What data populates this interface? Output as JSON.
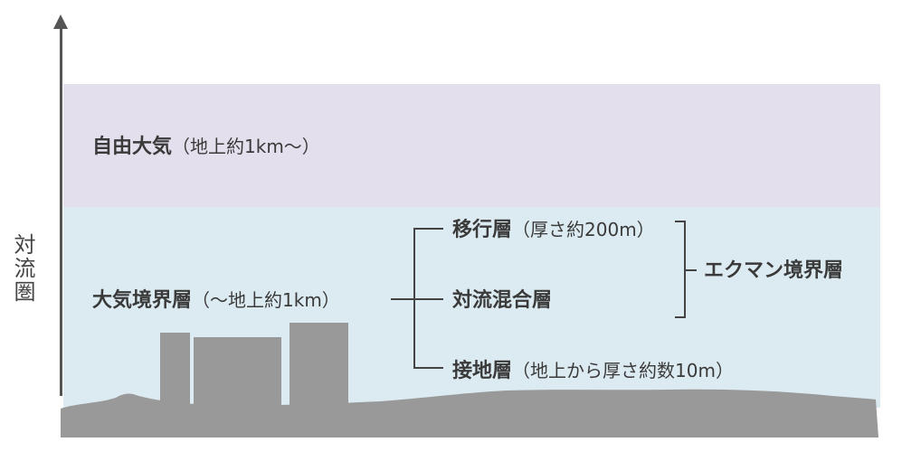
{
  "axis": {
    "label": "対流圏"
  },
  "layers": {
    "free_atmosphere": {
      "name": "自由大気",
      "detail": "（地上約1km〜）"
    },
    "boundary_layer": {
      "name": "大気境界層",
      "detail": "（〜地上約1km）"
    },
    "transition_layer": {
      "name": "移行層",
      "detail": "（厚さ約200m）"
    },
    "mixed_layer": {
      "name": "対流混合層",
      "detail": ""
    },
    "surface_layer": {
      "name": "接地層",
      "detail": "（地上から厚さ約数10m）"
    },
    "ekman_layer": {
      "name": "エクマン境界層"
    }
  },
  "colors": {
    "free_atmosphere": "#e4dfec",
    "boundary_layer": "#dcebf1",
    "ground": "#999999",
    "lines": "#444444"
  }
}
